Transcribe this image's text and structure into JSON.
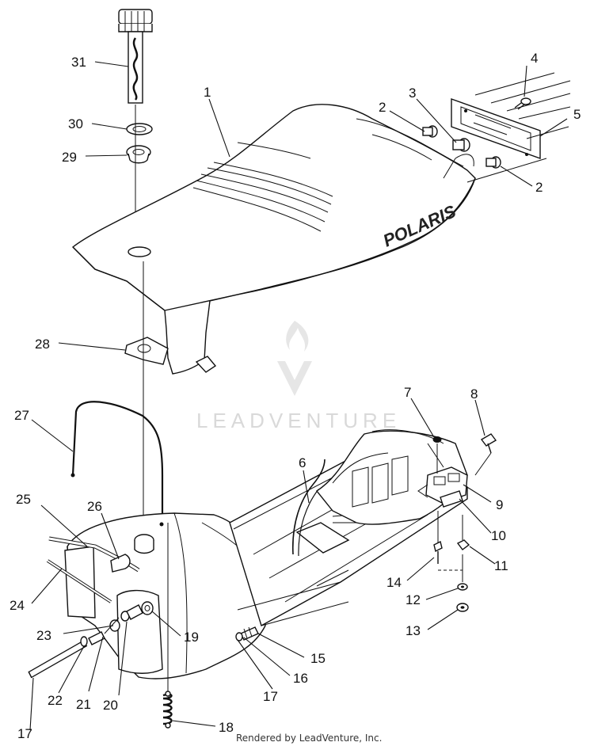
{
  "diagram": {
    "brand_text": "POLARIS",
    "watermark": "LEADVENTURE",
    "footer": "Rendered by LeadVenture, Inc.",
    "callouts": [
      {
        "id": "c1",
        "label": "1"
      },
      {
        "id": "c2a",
        "label": "2"
      },
      {
        "id": "c2b",
        "label": "2"
      },
      {
        "id": "c3",
        "label": "3"
      },
      {
        "id": "c4",
        "label": "4"
      },
      {
        "id": "c5",
        "label": "5"
      },
      {
        "id": "c6",
        "label": "6"
      },
      {
        "id": "c7",
        "label": "7"
      },
      {
        "id": "c8",
        "label": "8"
      },
      {
        "id": "c9",
        "label": "9"
      },
      {
        "id": "c10",
        "label": "10"
      },
      {
        "id": "c11",
        "label": "11"
      },
      {
        "id": "c12",
        "label": "12"
      },
      {
        "id": "c13",
        "label": "13"
      },
      {
        "id": "c14",
        "label": "14"
      },
      {
        "id": "c15",
        "label": "15"
      },
      {
        "id": "c16",
        "label": "16"
      },
      {
        "id": "c17a",
        "label": "17"
      },
      {
        "id": "c17b",
        "label": "17"
      },
      {
        "id": "c18",
        "label": "18"
      },
      {
        "id": "c19",
        "label": "19"
      },
      {
        "id": "c20",
        "label": "20"
      },
      {
        "id": "c21",
        "label": "21"
      },
      {
        "id": "c22",
        "label": "22"
      },
      {
        "id": "c23",
        "label": "23"
      },
      {
        "id": "c24",
        "label": "24"
      },
      {
        "id": "c25",
        "label": "25"
      },
      {
        "id": "c26",
        "label": "26"
      },
      {
        "id": "c27",
        "label": "27"
      },
      {
        "id": "c28",
        "label": "28"
      },
      {
        "id": "c29",
        "label": "29"
      },
      {
        "id": "c30",
        "label": "30"
      },
      {
        "id": "c31",
        "label": "31"
      }
    ]
  }
}
